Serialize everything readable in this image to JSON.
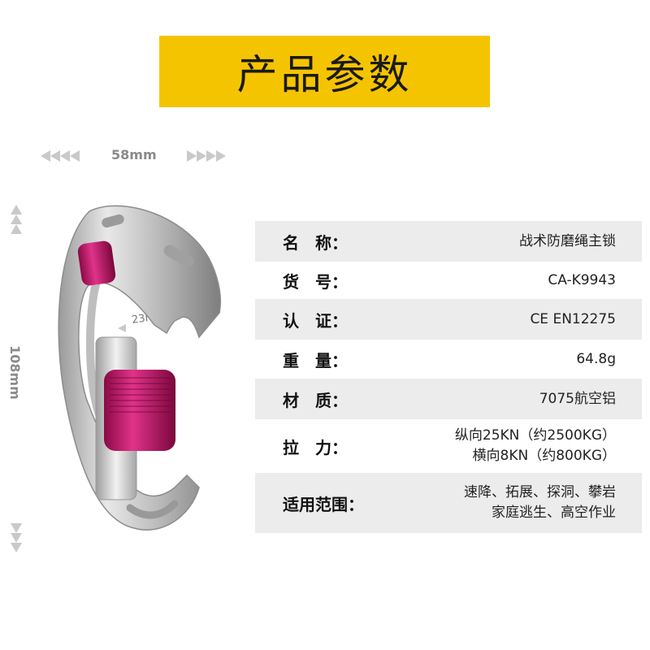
{
  "banner": {
    "title": "产品参数"
  },
  "dimensions": {
    "width": "58mm",
    "height": "108mm",
    "gate": "23mm"
  },
  "colors": {
    "banner": "#f5c400",
    "row_shade": "#ececec",
    "accent": "#d4146e"
  },
  "specs": [
    {
      "label": "名　称：",
      "value": [
        "战术防磨绳主锁"
      ]
    },
    {
      "label": "货　号：",
      "value": [
        "CA-K9943"
      ]
    },
    {
      "label": "认　证：",
      "value": [
        "CE EN12275"
      ]
    },
    {
      "label": "重　量：",
      "value": [
        "64.8g"
      ]
    },
    {
      "label": "材　质：",
      "value": [
        "7075航空铝"
      ]
    },
    {
      "label": "拉　力：",
      "value": [
        "纵向25KN（约2500KG）",
        "横向8KN（约800KG）"
      ]
    },
    {
      "label": "适用范围：",
      "value": [
        "速降、拓展、探洞、攀岩",
        "家庭逃生、高空作业"
      ]
    }
  ]
}
